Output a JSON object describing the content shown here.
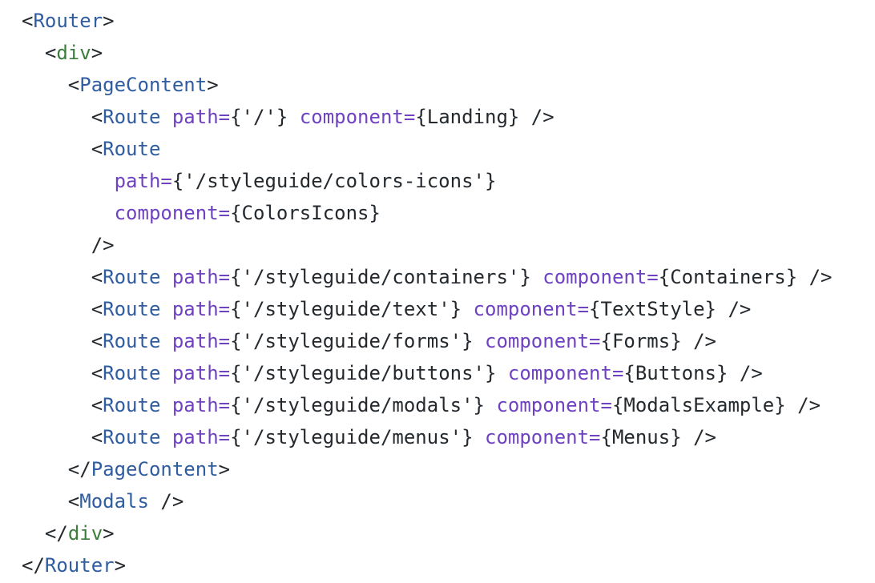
{
  "code": {
    "lines": [
      {
        "indent": 0,
        "tokens": [
          {
            "type": "punct",
            "text": "<"
          },
          {
            "type": "component",
            "text": "Router"
          },
          {
            "type": "punct",
            "text": ">"
          }
        ]
      },
      {
        "indent": 1,
        "tokens": [
          {
            "type": "punct",
            "text": "<"
          },
          {
            "type": "html",
            "text": "div"
          },
          {
            "type": "punct",
            "text": ">"
          }
        ]
      },
      {
        "indent": 2,
        "tokens": [
          {
            "type": "punct",
            "text": "<"
          },
          {
            "type": "component",
            "text": "PageContent"
          },
          {
            "type": "punct",
            "text": ">"
          }
        ]
      },
      {
        "indent": 3,
        "tokens": [
          {
            "type": "punct",
            "text": "<"
          },
          {
            "type": "component",
            "text": "Route"
          },
          {
            "type": "punct",
            "text": " "
          },
          {
            "type": "attr",
            "text": "path="
          },
          {
            "type": "expr",
            "text": "{'/'}"
          },
          {
            "type": "punct",
            "text": " "
          },
          {
            "type": "attr",
            "text": "component="
          },
          {
            "type": "expr",
            "text": "{Landing}"
          },
          {
            "type": "punct",
            "text": " />"
          }
        ]
      },
      {
        "indent": 3,
        "tokens": [
          {
            "type": "punct",
            "text": "<"
          },
          {
            "type": "component",
            "text": "Route"
          }
        ]
      },
      {
        "indent": 4,
        "tokens": [
          {
            "type": "attr",
            "text": "path="
          },
          {
            "type": "expr",
            "text": "{'/styleguide/colors-icons'}"
          }
        ]
      },
      {
        "indent": 4,
        "tokens": [
          {
            "type": "attr",
            "text": "component="
          },
          {
            "type": "expr",
            "text": "{ColorsIcons}"
          }
        ]
      },
      {
        "indent": 3,
        "tokens": [
          {
            "type": "punct",
            "text": "/>"
          }
        ]
      },
      {
        "indent": 3,
        "tokens": [
          {
            "type": "punct",
            "text": "<"
          },
          {
            "type": "component",
            "text": "Route"
          },
          {
            "type": "punct",
            "text": " "
          },
          {
            "type": "attr",
            "text": "path="
          },
          {
            "type": "expr",
            "text": "{'/styleguide/containers'}"
          },
          {
            "type": "punct",
            "text": " "
          },
          {
            "type": "attr",
            "text": "component="
          },
          {
            "type": "expr",
            "text": "{Containers}"
          },
          {
            "type": "punct",
            "text": " />"
          }
        ]
      },
      {
        "indent": 3,
        "tokens": [
          {
            "type": "punct",
            "text": "<"
          },
          {
            "type": "component",
            "text": "Route"
          },
          {
            "type": "punct",
            "text": " "
          },
          {
            "type": "attr",
            "text": "path="
          },
          {
            "type": "expr",
            "text": "{'/styleguide/text'}"
          },
          {
            "type": "punct",
            "text": " "
          },
          {
            "type": "attr",
            "text": "component="
          },
          {
            "type": "expr",
            "text": "{TextStyle}"
          },
          {
            "type": "punct",
            "text": " />"
          }
        ]
      },
      {
        "indent": 3,
        "tokens": [
          {
            "type": "punct",
            "text": "<"
          },
          {
            "type": "component",
            "text": "Route"
          },
          {
            "type": "punct",
            "text": " "
          },
          {
            "type": "attr",
            "text": "path="
          },
          {
            "type": "expr",
            "text": "{'/styleguide/forms'}"
          },
          {
            "type": "punct",
            "text": " "
          },
          {
            "type": "attr",
            "text": "component="
          },
          {
            "type": "expr",
            "text": "{Forms}"
          },
          {
            "type": "punct",
            "text": " />"
          }
        ]
      },
      {
        "indent": 3,
        "tokens": [
          {
            "type": "punct",
            "text": "<"
          },
          {
            "type": "component",
            "text": "Route"
          },
          {
            "type": "punct",
            "text": " "
          },
          {
            "type": "attr",
            "text": "path="
          },
          {
            "type": "expr",
            "text": "{'/styleguide/buttons'}"
          },
          {
            "type": "punct",
            "text": " "
          },
          {
            "type": "attr",
            "text": "component="
          },
          {
            "type": "expr",
            "text": "{Buttons}"
          },
          {
            "type": "punct",
            "text": " />"
          }
        ]
      },
      {
        "indent": 3,
        "tokens": [
          {
            "type": "punct",
            "text": "<"
          },
          {
            "type": "component",
            "text": "Route"
          },
          {
            "type": "punct",
            "text": " "
          },
          {
            "type": "attr",
            "text": "path="
          },
          {
            "type": "expr",
            "text": "{'/styleguide/modals'}"
          },
          {
            "type": "punct",
            "text": " "
          },
          {
            "type": "attr",
            "text": "component="
          },
          {
            "type": "expr",
            "text": "{ModalsExample}"
          },
          {
            "type": "punct",
            "text": " />"
          }
        ]
      },
      {
        "indent": 3,
        "tokens": [
          {
            "type": "punct",
            "text": "<"
          },
          {
            "type": "component",
            "text": "Route"
          },
          {
            "type": "punct",
            "text": " "
          },
          {
            "type": "attr",
            "text": "path="
          },
          {
            "type": "expr",
            "text": "{'/styleguide/menus'}"
          },
          {
            "type": "punct",
            "text": " "
          },
          {
            "type": "attr",
            "text": "component="
          },
          {
            "type": "expr",
            "text": "{Menus}"
          },
          {
            "type": "punct",
            "text": " />"
          }
        ]
      },
      {
        "indent": 2,
        "tokens": [
          {
            "type": "punct",
            "text": "</"
          },
          {
            "type": "component",
            "text": "PageContent"
          },
          {
            "type": "punct",
            "text": ">"
          }
        ]
      },
      {
        "indent": 2,
        "tokens": [
          {
            "type": "punct",
            "text": "<"
          },
          {
            "type": "component",
            "text": "Modals"
          },
          {
            "type": "punct",
            "text": " />"
          }
        ]
      },
      {
        "indent": 1,
        "tokens": [
          {
            "type": "punct",
            "text": "</"
          },
          {
            "type": "html",
            "text": "div"
          },
          {
            "type": "punct",
            "text": ">"
          }
        ]
      },
      {
        "indent": 0,
        "tokens": [
          {
            "type": "punct",
            "text": "</"
          },
          {
            "type": "component",
            "text": "Router"
          },
          {
            "type": "punct",
            "text": ">"
          }
        ]
      }
    ]
  },
  "colors": {
    "component": "#2f5d9f",
    "html_tag": "#3b7d3b",
    "attribute": "#6f42c1",
    "text": "#24292e",
    "background": "#ffffff"
  }
}
